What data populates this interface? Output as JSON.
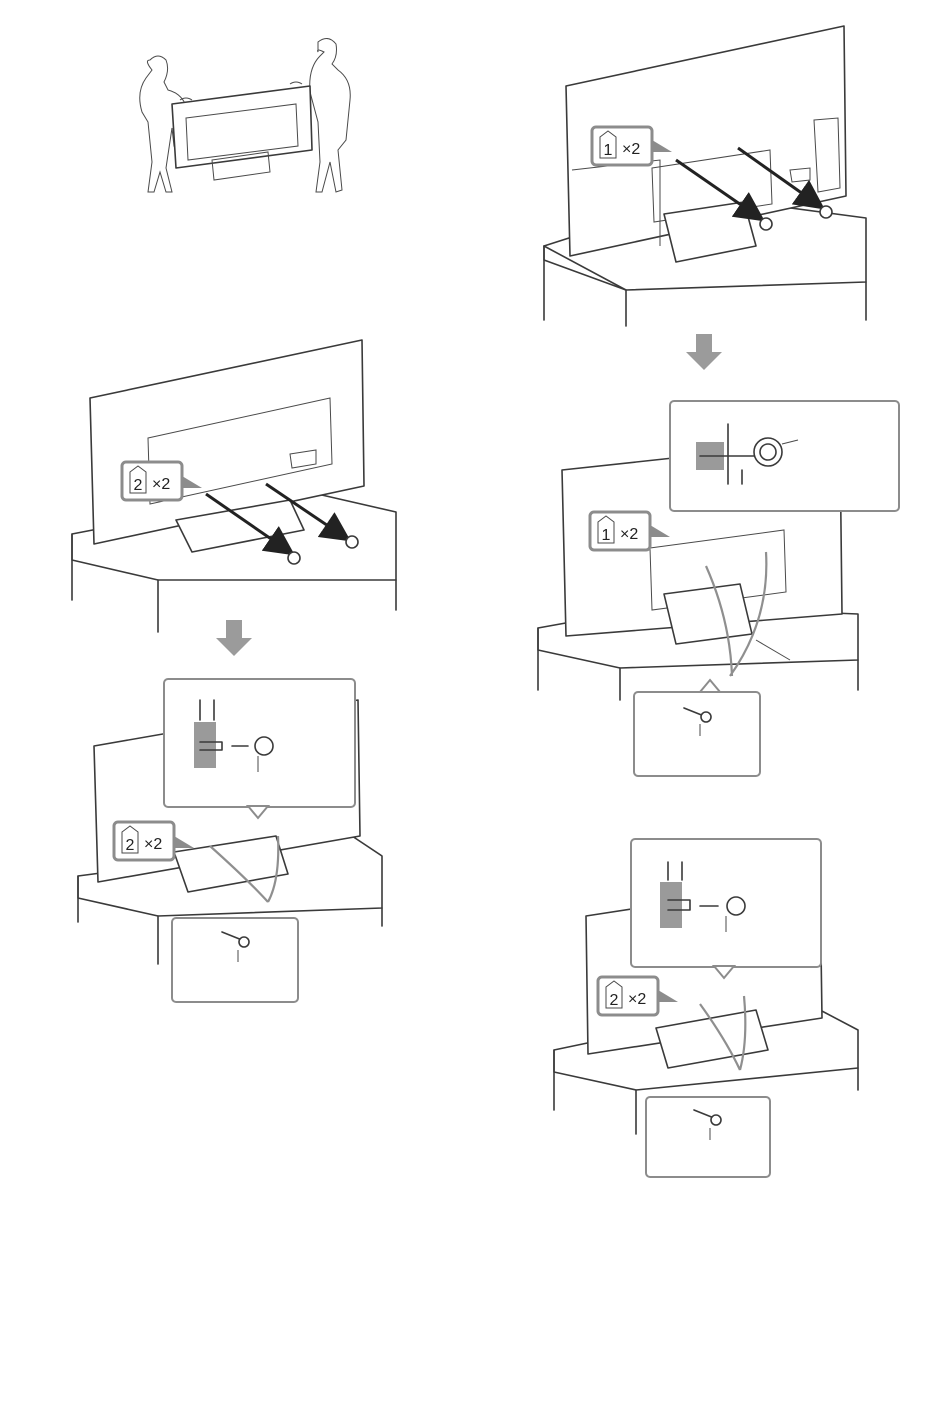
{
  "figures": {
    "step_remove_stand_screws": {
      "part_number": "1",
      "multiplier": "×2"
    },
    "step_remove_bracket_screws": {
      "part_number": "2",
      "multiplier": "×2"
    },
    "step_attach_bracket": {
      "part_number": "2",
      "multiplier": "×2"
    },
    "step_attach_strap_hook": {
      "part_number": "1",
      "multiplier": "×2"
    },
    "step_attach_strap_screw": {
      "part_number": "2",
      "multiplier": "×2"
    }
  },
  "colors": {
    "line": "#3a3a3a",
    "callout_border": "#8c8c8c",
    "down_arrow": "#9b9b9b"
  }
}
